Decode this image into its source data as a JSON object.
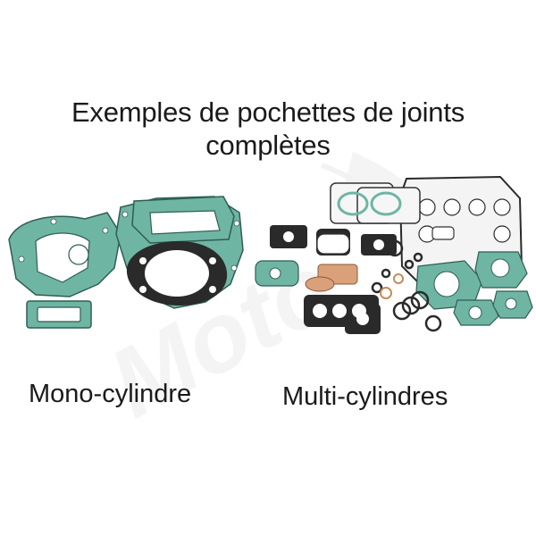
{
  "title": {
    "line1": "Exemples de pochettes de joints",
    "line2": "complètes"
  },
  "captions": {
    "mono": "Mono-cylindre",
    "multi": "Multi-cylindres"
  },
  "watermark": {
    "text": "Moto"
  },
  "colors": {
    "gasket_green": "#5fa896",
    "gasket_dark": "#2e5e52",
    "gasket_black": "#222222",
    "gasket_copper": "#c98a5a",
    "watermark": "#e6e6e6"
  }
}
